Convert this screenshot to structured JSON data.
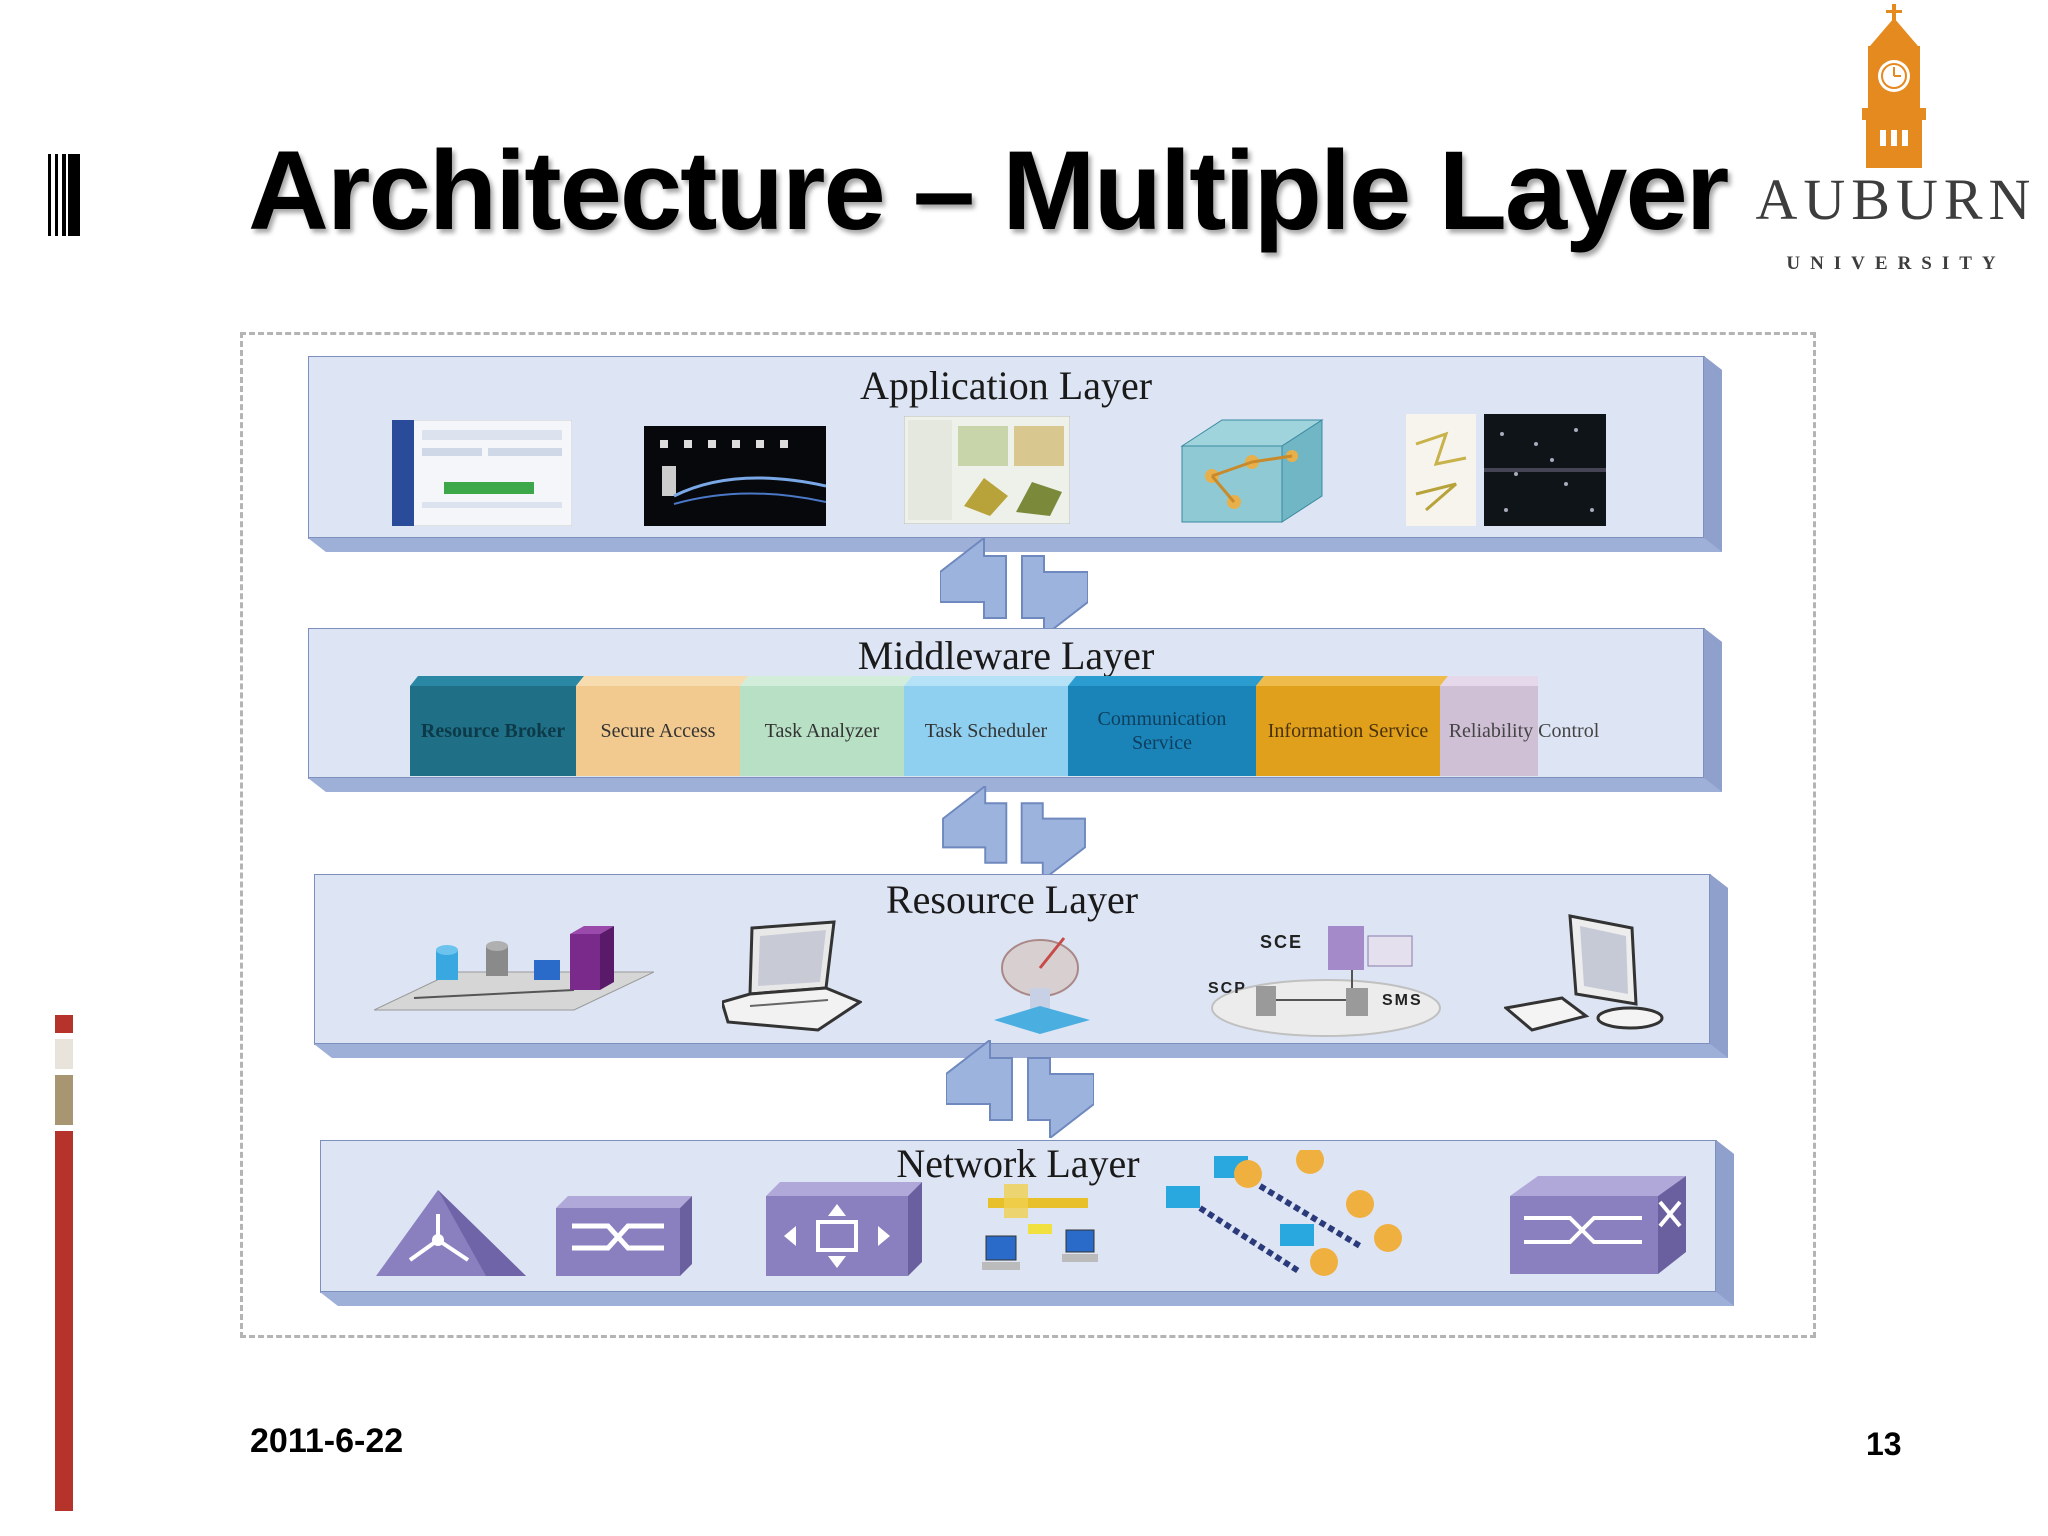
{
  "slide": {
    "title": "Architecture – Multiple Layer",
    "date": "2011-6-22",
    "page_number": "13"
  },
  "logo": {
    "name": "AUBURN",
    "subtitle": "UNIVERSITY",
    "color": "#e58a1f"
  },
  "diagram": {
    "layers": [
      {
        "name": "Application Layer"
      },
      {
        "name": "Middleware Layer",
        "components": [
          {
            "label": "Resource Broker",
            "color": "#1f6f86"
          },
          {
            "label": "Secure Access",
            "color": "#f2c98e"
          },
          {
            "label": "Task Analyzer",
            "color": "#b7e0c4"
          },
          {
            "label": "Task Scheduler",
            "color": "#8fd0f0"
          },
          {
            "label": "Communication Service",
            "color": "#1a84b8"
          },
          {
            "label": "Information Service",
            "color": "#e0a01c"
          },
          {
            "label": "Reliability Control",
            "color": "#cfc0d6"
          }
        ]
      },
      {
        "name": "Resource Layer",
        "device_labels": {
          "sce": "SCE",
          "scp": "SCP",
          "sms": "SMS"
        }
      },
      {
        "name": "Network Layer"
      }
    ],
    "colors": {
      "panel": "#dde4f3",
      "panel_edge": "#7c8fbd",
      "arrow": "#9bb3dd",
      "device": "#8a80c0"
    }
  }
}
